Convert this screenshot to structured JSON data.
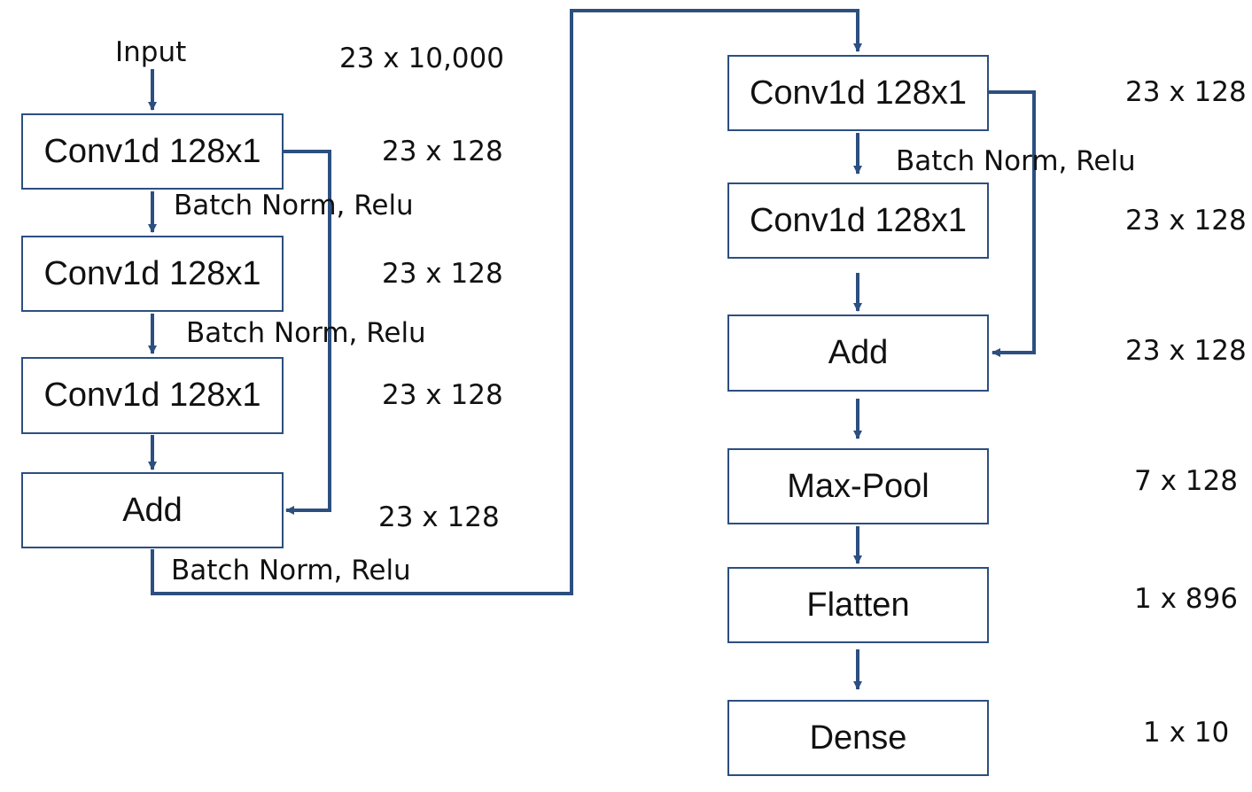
{
  "colors": {
    "line": "#2c4f80",
    "text": "#111111"
  },
  "input_label": "Input",
  "input_dims": "23 x 10,000",
  "left_column": [
    {
      "id": "conv1",
      "label": "Conv1d 128x1",
      "dims": "23 x 128"
    },
    {
      "id": "conv2",
      "label": "Conv1d 128x1",
      "dims": "23 x 128"
    },
    {
      "id": "conv3",
      "label": "Conv1d 128x1",
      "dims": "23 x 128"
    },
    {
      "id": "add1",
      "label": "Add",
      "dims": "23 x 128"
    }
  ],
  "right_column": [
    {
      "id": "conv4",
      "label": "Conv1d 128x1",
      "dims": "23 x 128"
    },
    {
      "id": "conv5",
      "label": "Conv1d 128x1",
      "dims": "23 x 128"
    },
    {
      "id": "add2",
      "label": "Add",
      "dims": "23 x 128"
    },
    {
      "id": "maxpool",
      "label": "Max-Pool",
      "dims": "7 x 128"
    },
    {
      "id": "flatten",
      "label": "Flatten",
      "dims": "1 x 896"
    },
    {
      "id": "dense",
      "label": "Dense",
      "dims": "1 x 10"
    }
  ],
  "edge_labels": {
    "after_conv1": "Batch Norm, Relu",
    "after_conv2": "Batch Norm, Relu",
    "after_add1": "Batch Norm, Relu",
    "after_conv4": "Batch Norm, Relu"
  }
}
